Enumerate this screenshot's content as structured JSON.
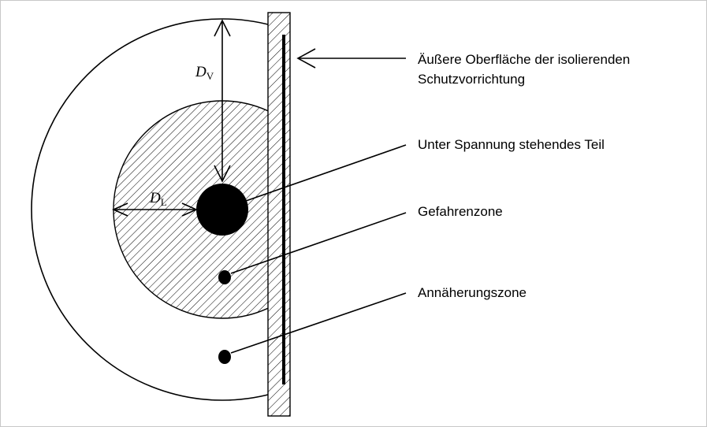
{
  "labels": {
    "outer_surface_line1": "Äußere Oberfläche der isolierenden",
    "outer_surface_line2": "Schutzvorrichtung",
    "live_part": "Unter Spannung stehendes Teil",
    "danger_zone": "Gefahrenzone",
    "approach_zone": "Annäherungszone"
  },
  "dimensions": {
    "dv_symbol": "D",
    "dv_subscript": "V",
    "dl_symbol": "D",
    "dl_subscript": "L"
  },
  "colors": {
    "stroke": "#000000",
    "background": "#ffffff",
    "zone_fill": "#e8e8e8",
    "border": "#c0c0c0"
  }
}
